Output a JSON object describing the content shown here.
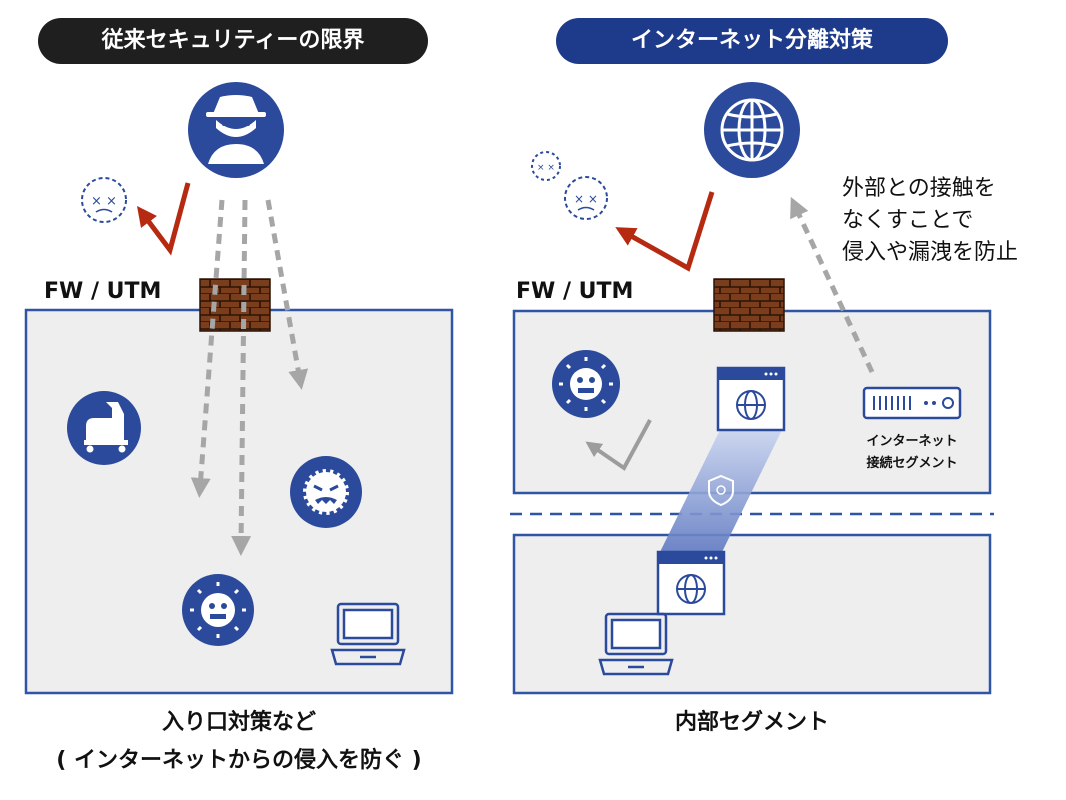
{
  "left_panel": {
    "title": "従来セキュリティーの限界",
    "fw_label": "FW / UTM",
    "caption_line1": "入り口対策など",
    "caption_line2": "( インターネットからの侵入を防ぐ )"
  },
  "right_panel": {
    "title": "インターネット分離対策",
    "fw_label": "FW / UTM",
    "note_line1": "外部との接触を",
    "note_line2": "なくすことで",
    "note_line3": "侵入や漏洩を防止",
    "device_label_line1": "インターネット",
    "device_label_line2": "接続セグメント",
    "caption": "内部セグメント"
  },
  "colors": {
    "dark_pill": "#1f1f1f",
    "navy": "#1e3a8a",
    "icon_blue": "#2b4a9b",
    "panel_fill": "#eeeeef",
    "panel_border": "#2f55a4",
    "red_arrow": "#b72a12",
    "gray_arrow": "#a6a6a6",
    "brick": "#7a3e1c"
  }
}
